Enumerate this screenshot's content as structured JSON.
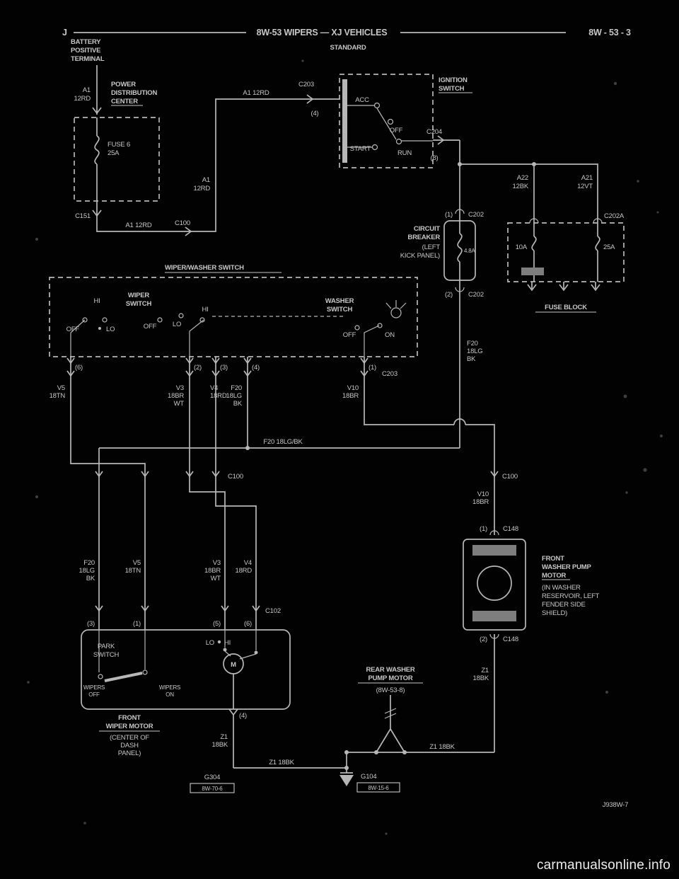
{
  "colors": {
    "background": "#000000",
    "ink": "#b7b7b7",
    "text": "#c7c7c7",
    "watermark": "#ececec"
  },
  "header": {
    "section_code": "J",
    "title": "8W-53 WIPERS — XJ VEHICLES",
    "subtitle": "STANDARD",
    "page_number": "8W - 53 - 3"
  },
  "battery": [
    "BATTERY",
    "POSITIVE",
    "TERMINAL"
  ],
  "pdc": {
    "title": [
      "POWER",
      "DISTRIBUTION",
      "CENTER"
    ],
    "fuse_name": "FUSE 6",
    "fuse_rating": "25A"
  },
  "ignition": {
    "title": [
      "IGNITION",
      "SWITCH"
    ],
    "positions": {
      "acc": "ACC",
      "off": "OFF",
      "start": "START",
      "run": "RUN"
    }
  },
  "connectors": {
    "c100": "C100",
    "c102": "C102",
    "c148": "C148",
    "c151": "C151",
    "c202": "C202",
    "c202a": "C202A",
    "c203": "C203",
    "c204": "C204"
  },
  "pins": {
    "p1": "(1)",
    "p2": "(2)",
    "p3": "(3)",
    "p4": "(4)",
    "p5": "(5)",
    "p6": "(6)",
    "p8": "(8)"
  },
  "wires": {
    "a1": "A1 12RD",
    "a1_stack": [
      "A1",
      "12RD"
    ],
    "a22_stack": [
      "A22",
      "12BK"
    ],
    "a21_stack": [
      "A21",
      "12VT"
    ],
    "f20": "F20 18LG/BK",
    "f20_stack": [
      "F20",
      "18LG",
      "BK"
    ],
    "v5_stack": [
      "V5",
      "18TN"
    ],
    "v3_stack": [
      "V3",
      "18BR",
      "WT"
    ],
    "v4_stack": [
      "V4",
      "18RD"
    ],
    "v10_stack": [
      "V10",
      "18BR"
    ],
    "z1": "Z1 18BK",
    "z1_stack": [
      "Z1",
      "18BK"
    ]
  },
  "fuse_block": {
    "title": "FUSE BLOCK",
    "left_rating": "10A",
    "right_rating": "25A"
  },
  "circuit_breaker": {
    "name": [
      "CIRCUIT",
      "BREAKER"
    ],
    "location": [
      "(LEFT",
      "KICK PANEL)"
    ],
    "rating": "4.8A"
  },
  "wiper_washer_switch": {
    "title": "WIPER/WASHER SWITCH",
    "wiper_label": [
      "WIPER",
      "SWITCH"
    ],
    "washer_label": [
      "WASHER",
      "SWITCH"
    ],
    "hi": "HI",
    "lo": "LO",
    "off": "OFF",
    "on": "ON"
  },
  "front_wiper_motor": {
    "name": [
      "FRONT",
      "WIPER MOTOR"
    ],
    "location": [
      "(CENTER OF",
      "DASH",
      "PANEL)"
    ],
    "park_switch": [
      "PARK",
      "SWITCH"
    ],
    "wipers_off": [
      "WIPERS",
      "OFF"
    ],
    "wipers_on": [
      "WIPERS",
      "ON"
    ],
    "lo": "LO",
    "hi": "HI",
    "motor": "M"
  },
  "front_washer_pump": {
    "name": [
      "FRONT",
      "WASHER PUMP",
      "MOTOR"
    ],
    "location": [
      "(IN WASHER",
      "RESERVOIR, LEFT",
      "FENDER SIDE",
      "SHIELD)"
    ]
  },
  "rear_washer": {
    "name": [
      "REAR WASHER",
      "PUMP MOTOR"
    ],
    "ref": "(8W-53-8)"
  },
  "grounds": {
    "g304": "G304",
    "g304_ref": "8W-70-6",
    "g104": "G104",
    "g104_ref": "8W-15-6"
  },
  "footer": {
    "diagram_id": "J938W-7",
    "watermark": "carmanualsonline.info"
  }
}
